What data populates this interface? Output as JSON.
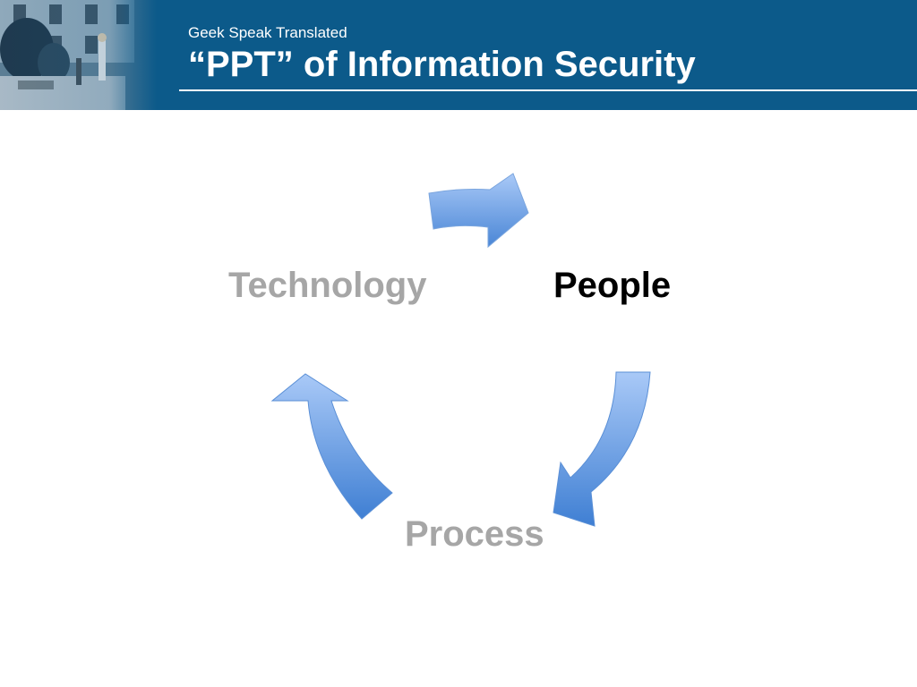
{
  "slide": {
    "subtitle": "Geek Speak Translated",
    "title": "“PPT” of Information Security"
  },
  "cycle": {
    "nodes": [
      {
        "label": "Technology",
        "color": "#a6a6a6"
      },
      {
        "label": "People",
        "color": "#000000"
      },
      {
        "label": "Process",
        "color": "#a6a6a6"
      }
    ],
    "arrow_colors": {
      "light": "#a9c9f7",
      "dark": "#3f7fd3"
    }
  },
  "theme": {
    "header_bg": "#0c5a8a"
  }
}
